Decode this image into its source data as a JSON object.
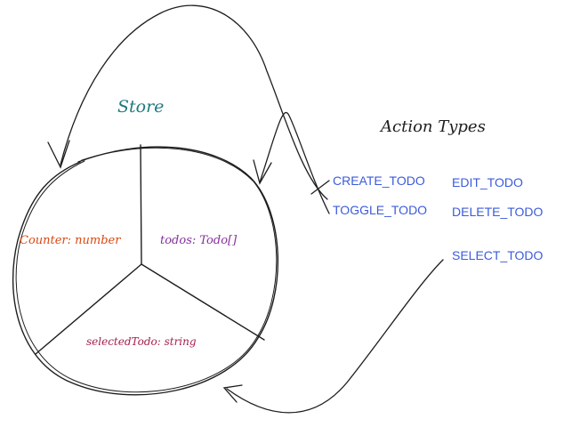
{
  "store": {
    "title": "Store",
    "slices": {
      "counter": "Counter: number",
      "todos": "todos: Todo[]",
      "selected_todo": "selectedTodo: string"
    }
  },
  "action_types": {
    "title": "Action Types",
    "items": [
      "CREATE_TODO",
      "EDIT_TODO",
      "TOGGLE_TODO",
      "DELETE_TODO",
      "SELECT_TODO"
    ]
  },
  "colors": {
    "store_title": "#1f7a80",
    "counter": "#d9480f",
    "todos": "#862e9c",
    "selected_todo": "#a61e4d",
    "action_label": "#3b5bdb",
    "stroke": "#1e1e1e",
    "background": "#ffffff"
  }
}
